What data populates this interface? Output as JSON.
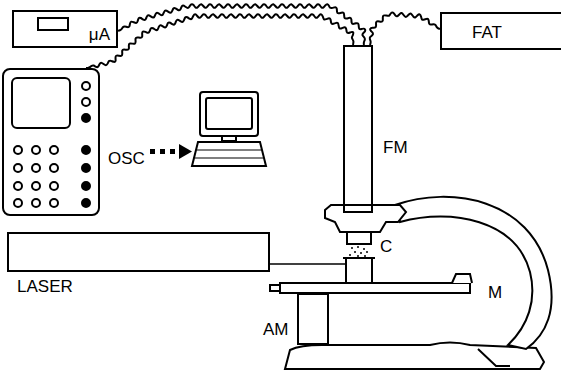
{
  "diagram": {
    "nodes": [
      {
        "text": [
          "μA"
        ]
      },
      {
        "text": [
          "FM"
        ]
      },
      {
        "text": [
          "FAT"
        ]
      },
      {
        "text": [
          "OSC"
        ]
      },
      {
        "text": [
          "LASER"
        ]
      },
      {
        "text": [
          "AM"
        ]
      }
    ],
    "edges": [
      {
        "from": 0,
        "to": 1,
        "arrow": "none"
      },
      {
        "from": 3,
        "to": 1,
        "arrow": "none"
      },
      {
        "from": 1,
        "to": 2,
        "arrow": "none"
      }
    ],
    "labels": [
      "C",
      "M"
    ]
  }
}
